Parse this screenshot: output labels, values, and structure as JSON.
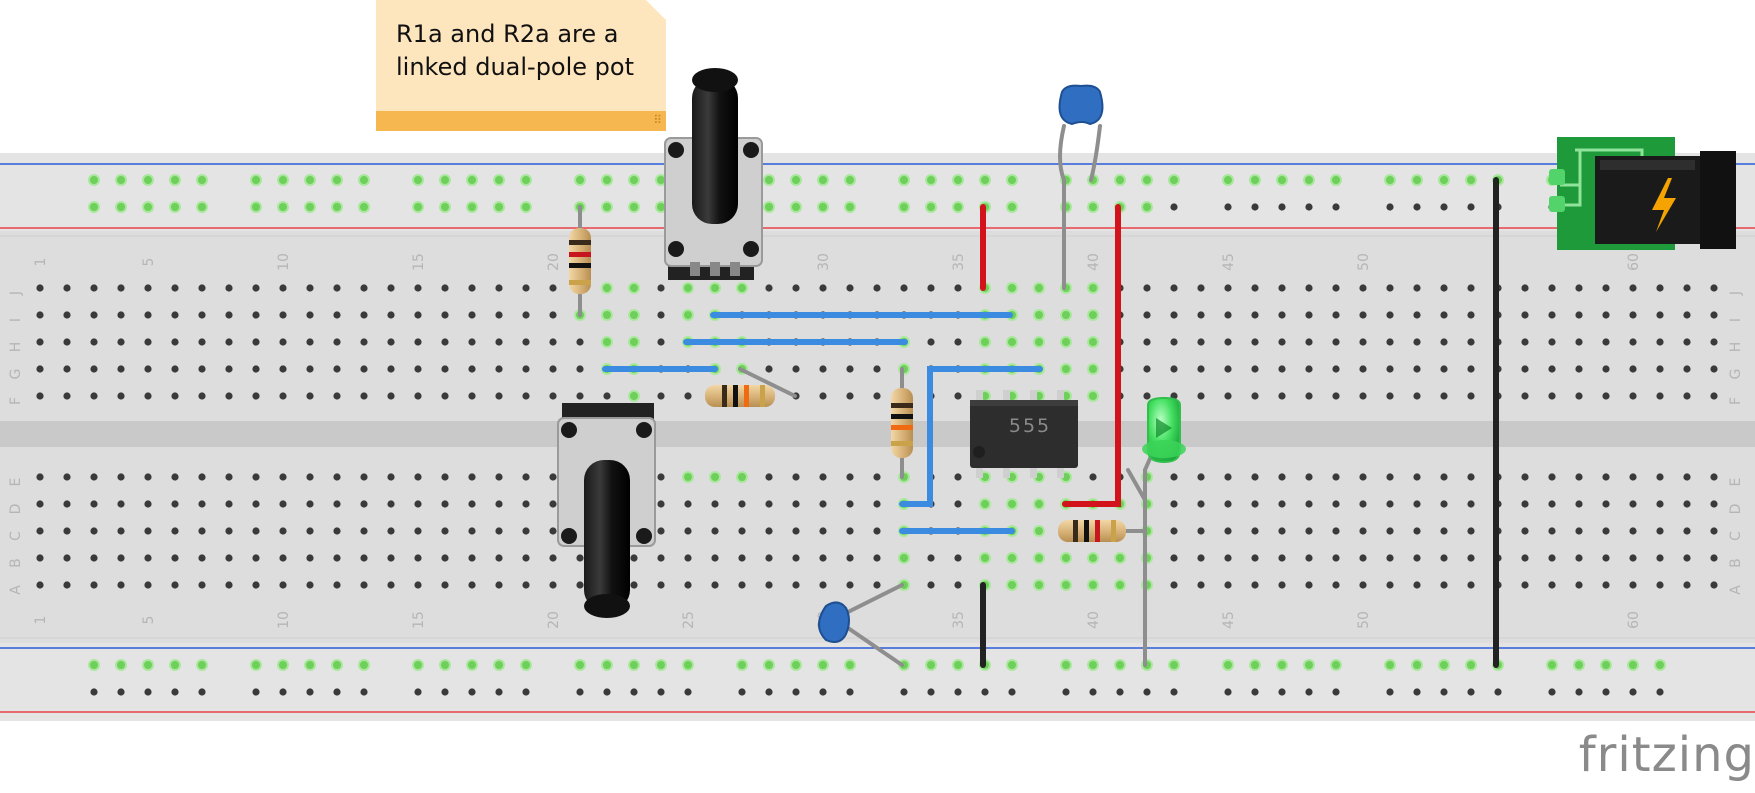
{
  "note": {
    "text": "R1a and R2a are a\nlinked dual-pole pot"
  },
  "branding": {
    "label": "fritzing"
  },
  "breadboard": {
    "column_labels": [
      "1",
      "5",
      "10",
      "15",
      "20",
      "25",
      "30",
      "35",
      "40",
      "45",
      "50",
      "60"
    ],
    "row_labels_top": [
      "J",
      "I",
      "H",
      "G",
      "F"
    ],
    "row_labels_bottom": [
      "E",
      "D",
      "C",
      "B",
      "A"
    ]
  },
  "ic": {
    "label": "555"
  },
  "colors": {
    "board": "#d9d9d9",
    "hole": "#3a3a3a",
    "connected_hole": "#6ecf5a",
    "rail_red": "#e8424a",
    "rail_blue": "#2b5bd6",
    "wire_blue": "#3b8be0",
    "wire_red": "#d3131c",
    "wire_black": "#222222",
    "led": "#39e05a",
    "capacitor": "#2f6ec0",
    "note_bg": "#fde5bd",
    "note_bar": "#f7b750"
  }
}
